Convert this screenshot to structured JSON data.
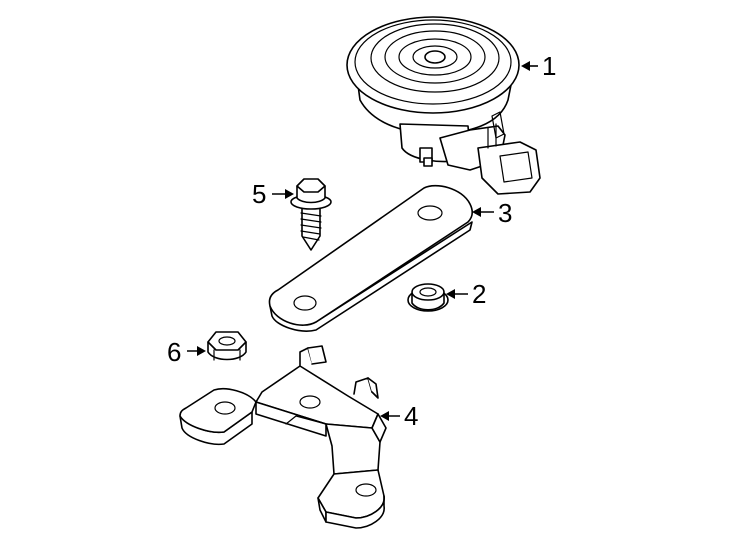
{
  "callouts": [
    {
      "id": "1",
      "label": "1",
      "part": "horn"
    },
    {
      "id": "2",
      "label": "2",
      "part": "flange-nut"
    },
    {
      "id": "3",
      "label": "3",
      "part": "mounting-plate"
    },
    {
      "id": "4",
      "label": "4",
      "part": "bracket"
    },
    {
      "id": "5",
      "label": "5",
      "part": "screw"
    },
    {
      "id": "6",
      "label": "6",
      "part": "hex-nut"
    }
  ],
  "colors": {
    "line": "#000000",
    "background": "#ffffff"
  }
}
